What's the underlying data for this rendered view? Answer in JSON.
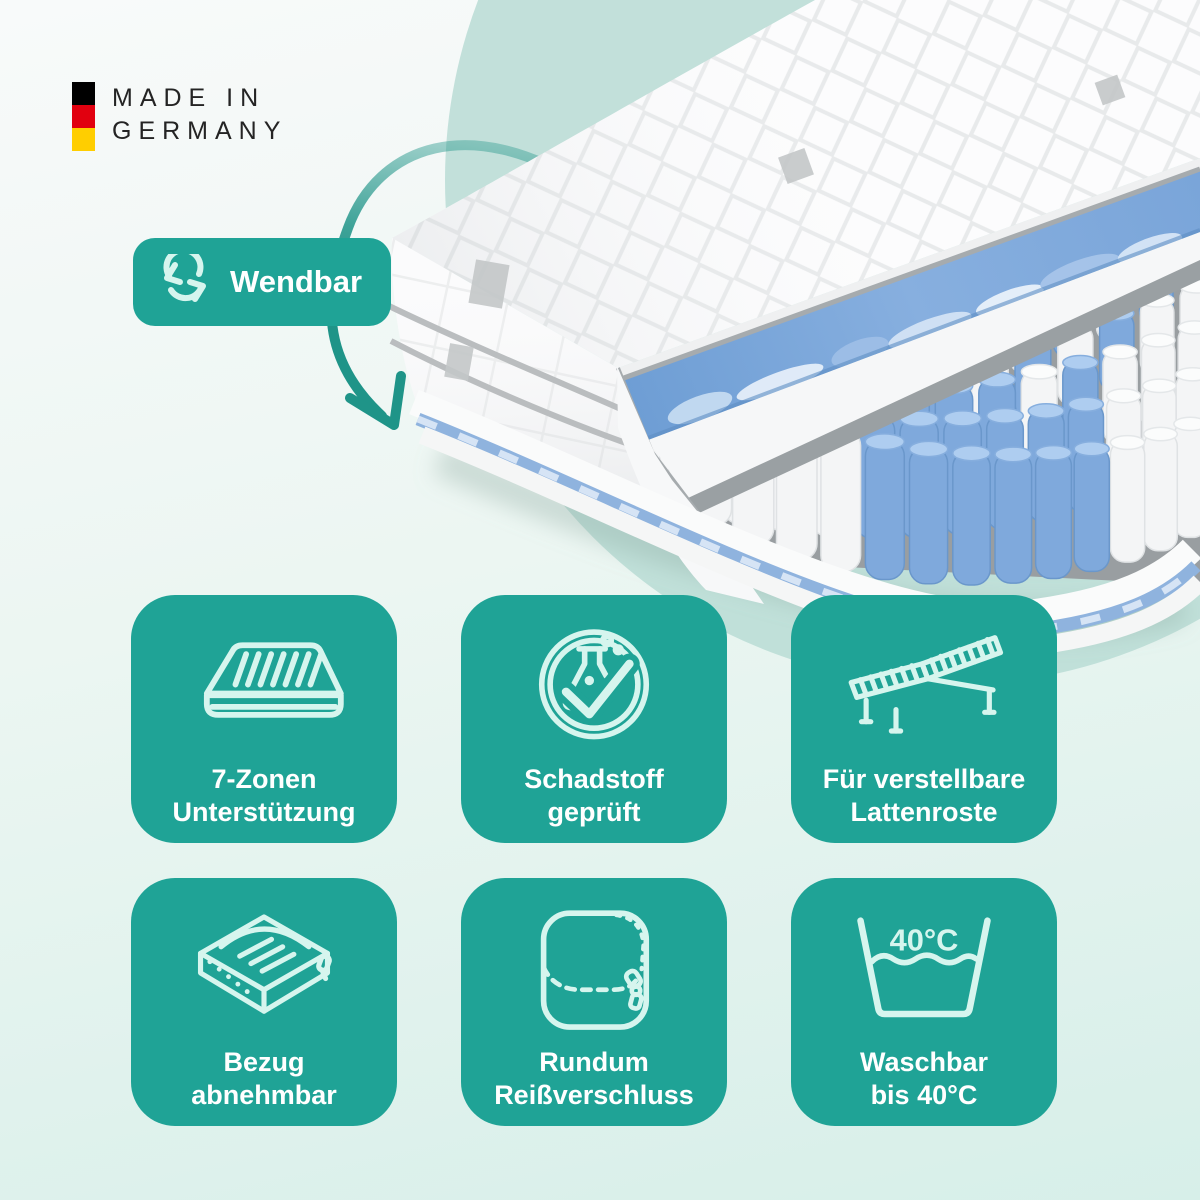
{
  "theme": {
    "teal": "#1FA396",
    "teal_dark": "#17897E",
    "icon_stroke": "#D6F5EE",
    "mint_circle": "#B9DCD5",
    "bg_top": "#F8FAFA",
    "bg_bottom": "#D7EFE9",
    "label_color": "#FFFFFF",
    "arrow_color": "#1F9488"
  },
  "logo": {
    "line1": "MADE IN",
    "line2": "GERMANY",
    "flag": [
      "#000000",
      "#E1000F",
      "#FFCE00"
    ]
  },
  "badge": {
    "label": "Wendbar",
    "icon": "rotate-icon"
  },
  "features": [
    {
      "icon": "mattress-zones-icon",
      "line1": "7-Zonen",
      "line2": "Unterstützung"
    },
    {
      "icon": "flask-check-icon",
      "line1": "Schadstoff",
      "line2": "geprüft"
    },
    {
      "icon": "adjustable-bed-icon",
      "line1": "Für verstellbare",
      "line2": "Lattenroste"
    },
    {
      "icon": "removable-cover-icon",
      "line1": "Bezug",
      "line2": "abnehmbar"
    },
    {
      "icon": "zipper-icon",
      "line1": "Rundum",
      "line2": "Reißverschluss"
    },
    {
      "icon": "wash-40-icon",
      "line1": "Waschbar",
      "line2": "bis 40°C",
      "icon_text": "40°C"
    }
  ],
  "product": {
    "subject": "mattress-cutaway-photo",
    "spring_rows": [
      "WWWWBBBBBBWWW",
      "WWWWBBBBBBWWW",
      "WWWBWBBBWBWWW",
      "WWBWBWBWBWBWW",
      "WBWBWBWBWBWBW"
    ],
    "spring_white": "#F4F5F6",
    "spring_white_top": "#FBFCFC",
    "spring_blue": "#7FA9DC",
    "spring_blue_top": "#AECDF0",
    "gel_blue": "#7CA5D8",
    "base_gray": "#999EA1",
    "cover_white": "#FCFCFD"
  }
}
